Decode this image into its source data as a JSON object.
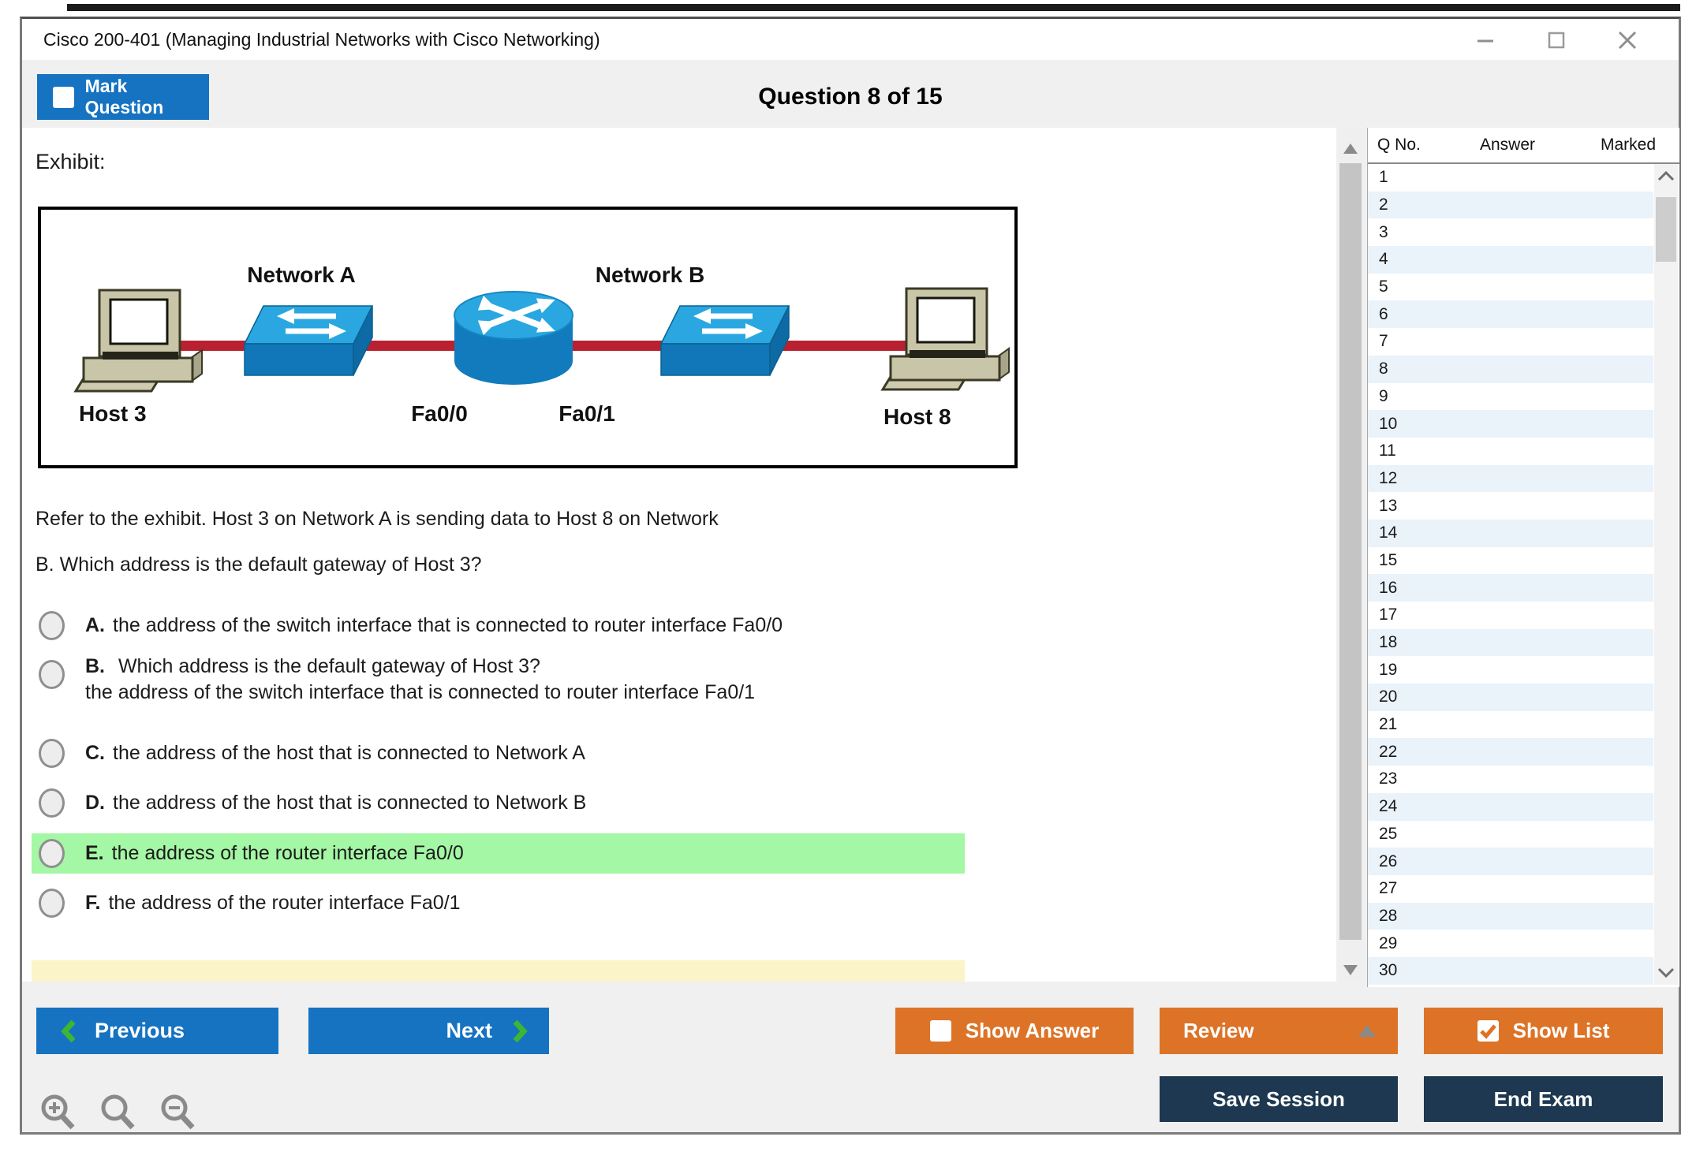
{
  "window": {
    "title": "Cisco 200-401 (Managing Industrial Networks with Cisco Networking)"
  },
  "header": {
    "mark_question": "Mark Question",
    "counter": "Question 8 of 15"
  },
  "exhibit": {
    "label": "Exhibit:",
    "network_a": "Network A",
    "network_b": "Network B",
    "host_left": "Host 3",
    "host_right": "Host 8",
    "if_left": "Fa0/0",
    "if_right": "Fa0/1"
  },
  "question": {
    "line1": "Refer to the exhibit. Host 3 on Network A is sending data to Host 8 on Network",
    "line2": "B. Which address is the default gateway of Host 3?",
    "options": [
      {
        "letter": "A.",
        "text": "the address of the switch interface that is connected to router interface Fa0/0"
      },
      {
        "letter": "B.",
        "text": "Which address is the default gateway of Host 3?",
        "text2": "the address of the switch interface that is connected to router interface Fa0/1"
      },
      {
        "letter": "C.",
        "text": "the address of the host that is connected to Network A"
      },
      {
        "letter": "D.",
        "text": "the address of the host that is connected to Network B"
      },
      {
        "letter": "E.",
        "text": "the address of the router interface Fa0/0",
        "highlight": "green"
      },
      {
        "letter": "F.",
        "text": "the address of the router interface Fa0/1"
      }
    ]
  },
  "question_list": {
    "columns": [
      "Q No.",
      "Answer",
      "Marked"
    ],
    "row_numbers": [
      "1",
      "2",
      "3",
      "4",
      "5",
      "6",
      "7",
      "8",
      "9",
      "10",
      "11",
      "12",
      "13",
      "14",
      "15",
      "16",
      "17",
      "18",
      "19",
      "20",
      "21",
      "22",
      "23",
      "24",
      "25",
      "26",
      "27",
      "28",
      "29",
      "30"
    ]
  },
  "footer": {
    "previous": "Previous",
    "next": "Next",
    "show_answer": "Show Answer",
    "review": "Review",
    "show_list": "Show List",
    "save_session": "Save Session",
    "end_exam": "End Exam"
  },
  "state": {
    "mark_question_checked": false,
    "show_answer_checked": false,
    "show_list_checked": true,
    "highlighted_option": "E"
  },
  "icons": {
    "titlebar": [
      "minimize-icon",
      "maximize-icon",
      "close-icon"
    ],
    "footer": [
      "zoom-in-icon",
      "magnifier-icon",
      "zoom-out-icon"
    ],
    "nav": [
      "chevron-left-icon",
      "chevron-right-icon"
    ]
  },
  "colors": {
    "accent_blue": "#1673c1",
    "accent_orange": "#dd7327",
    "accent_navy": "#1d3850",
    "highlight_green": "#a4f7a4",
    "highlight_yellow": "#fbf4c9",
    "row_alt": "#eaf2fa",
    "cable_red": "#b92030",
    "device_blue_top": "#2aa7e0",
    "device_blue_body": "#1177b8",
    "chevron_green": "#3db535"
  }
}
